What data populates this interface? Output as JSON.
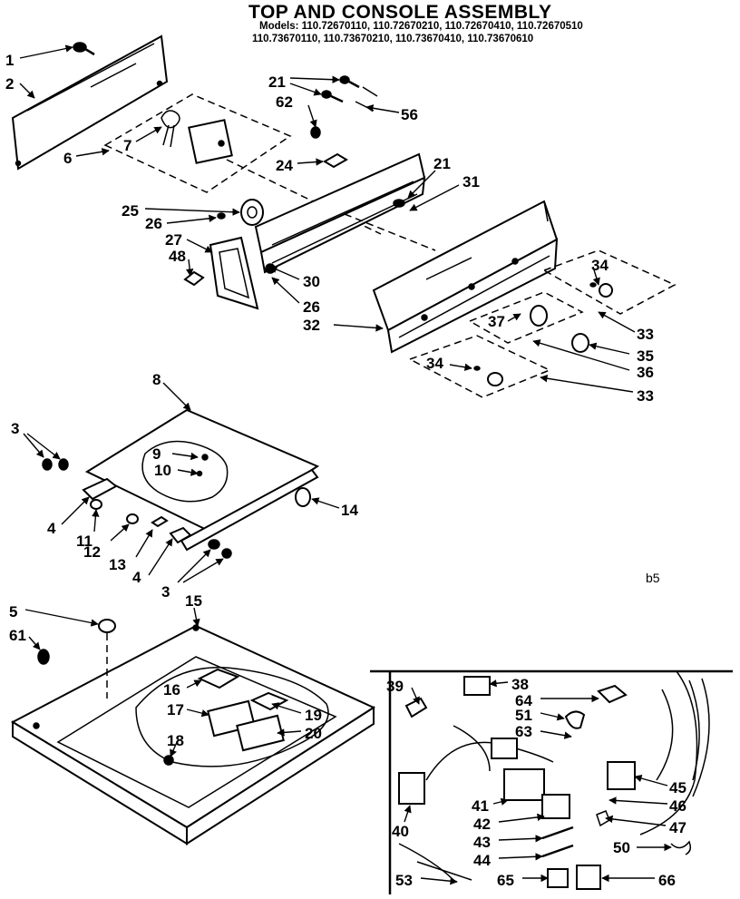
{
  "header": {
    "title": "TOP AND CONSOLE ASSEMBLY",
    "models_line1": "Models: 110.72670110, 110.72670210, 110.72670410, 110.72670510",
    "models_line2": "110.73670110, 110.73670210, 110.73670410, 110.73670610"
  },
  "corner_mark": "b5",
  "callouts": [
    "1",
    "2",
    "6",
    "7",
    "21",
    "62",
    "56",
    "24",
    "21",
    "31",
    "25",
    "26",
    "27",
    "48",
    "30",
    "26",
    "32",
    "34",
    "37",
    "33",
    "35",
    "36",
    "34",
    "33",
    "8",
    "3",
    "9",
    "10",
    "4",
    "11",
    "12",
    "13",
    "4",
    "3",
    "14",
    "5",
    "15",
    "61",
    "16",
    "17",
    "19",
    "18",
    "20",
    "39",
    "38",
    "64",
    "51",
    "63",
    "45",
    "46",
    "41",
    "40",
    "42",
    "47",
    "43",
    "50",
    "44",
    "53",
    "65",
    "66"
  ]
}
